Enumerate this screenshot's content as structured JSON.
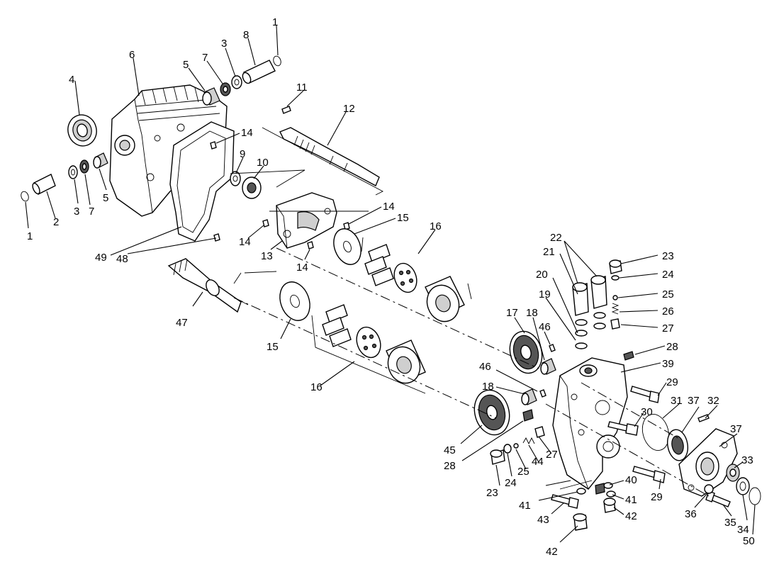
{
  "labels": [
    {
      "id": "l1a",
      "text": "1"
    },
    {
      "id": "l1b",
      "text": "1"
    },
    {
      "id": "l2",
      "text": "2"
    },
    {
      "id": "l3a",
      "text": "3"
    },
    {
      "id": "l3b",
      "text": "3"
    },
    {
      "id": "l4",
      "text": "4"
    },
    {
      "id": "l5a",
      "text": "5"
    },
    {
      "id": "l5b",
      "text": "5"
    },
    {
      "id": "l6",
      "text": "6"
    },
    {
      "id": "l7a",
      "text": "7"
    },
    {
      "id": "l7b",
      "text": "7"
    },
    {
      "id": "l8",
      "text": "8"
    },
    {
      "id": "l9",
      "text": "9"
    },
    {
      "id": "l10",
      "text": "10"
    },
    {
      "id": "l11",
      "text": "11"
    },
    {
      "id": "l12",
      "text": "12"
    },
    {
      "id": "l13",
      "text": "13"
    },
    {
      "id": "l14a",
      "text": "14"
    },
    {
      "id": "l14b",
      "text": "14"
    },
    {
      "id": "l14c",
      "text": "14"
    },
    {
      "id": "l14d",
      "text": "14"
    },
    {
      "id": "l15a",
      "text": "15"
    },
    {
      "id": "l15b",
      "text": "15"
    },
    {
      "id": "l16a",
      "text": "16"
    },
    {
      "id": "l16b",
      "text": "16"
    },
    {
      "id": "l17",
      "text": "17"
    },
    {
      "id": "l18a",
      "text": "18"
    },
    {
      "id": "l18b",
      "text": "18"
    },
    {
      "id": "l19",
      "text": "19"
    },
    {
      "id": "l20",
      "text": "20"
    },
    {
      "id": "l21",
      "text": "21"
    },
    {
      "id": "l22",
      "text": "22"
    },
    {
      "id": "l23a",
      "text": "23"
    },
    {
      "id": "l23b",
      "text": "23"
    },
    {
      "id": "l24a",
      "text": "24"
    },
    {
      "id": "l24b",
      "text": "24"
    },
    {
      "id": "l25a",
      "text": "25"
    },
    {
      "id": "l25b",
      "text": "25"
    },
    {
      "id": "l26",
      "text": "26"
    },
    {
      "id": "l27a",
      "text": "27"
    },
    {
      "id": "l27b",
      "text": "27"
    },
    {
      "id": "l28a",
      "text": "28"
    },
    {
      "id": "l28b",
      "text": "28"
    },
    {
      "id": "l29a",
      "text": "29"
    },
    {
      "id": "l29b",
      "text": "29"
    },
    {
      "id": "l30",
      "text": "30"
    },
    {
      "id": "l31",
      "text": "31"
    },
    {
      "id": "l32",
      "text": "32"
    },
    {
      "id": "l33",
      "text": "33"
    },
    {
      "id": "l34",
      "text": "34"
    },
    {
      "id": "l35",
      "text": "35"
    },
    {
      "id": "l36",
      "text": "36"
    },
    {
      "id": "l37a",
      "text": "37"
    },
    {
      "id": "l37b",
      "text": "37"
    },
    {
      "id": "l39",
      "text": "39"
    },
    {
      "id": "l40",
      "text": "40"
    },
    {
      "id": "l41a",
      "text": "41"
    },
    {
      "id": "l41b",
      "text": "41"
    },
    {
      "id": "l42a",
      "text": "42"
    },
    {
      "id": "l42b",
      "text": "42"
    },
    {
      "id": "l43",
      "text": "43"
    },
    {
      "id": "l44",
      "text": "44"
    },
    {
      "id": "l45",
      "text": "45"
    },
    {
      "id": "l46a",
      "text": "46"
    },
    {
      "id": "l46b",
      "text": "46"
    },
    {
      "id": "l47",
      "text": "47"
    },
    {
      "id": "l48",
      "text": "48"
    },
    {
      "id": "l49",
      "text": "49"
    },
    {
      "id": "l50",
      "text": "50"
    }
  ]
}
